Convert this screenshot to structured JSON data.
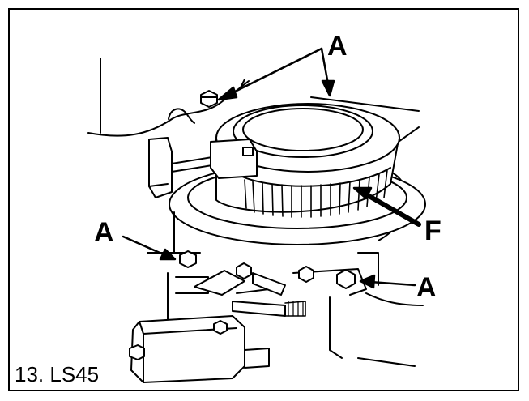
{
  "figure": {
    "caption": "13. LS45",
    "callouts": {
      "a_top": "A",
      "a_left": "A",
      "a_right": "A",
      "f": "F"
    },
    "colors": {
      "ink": "#000000",
      "paper": "#ffffff",
      "shade": "#cfcfcf"
    }
  }
}
